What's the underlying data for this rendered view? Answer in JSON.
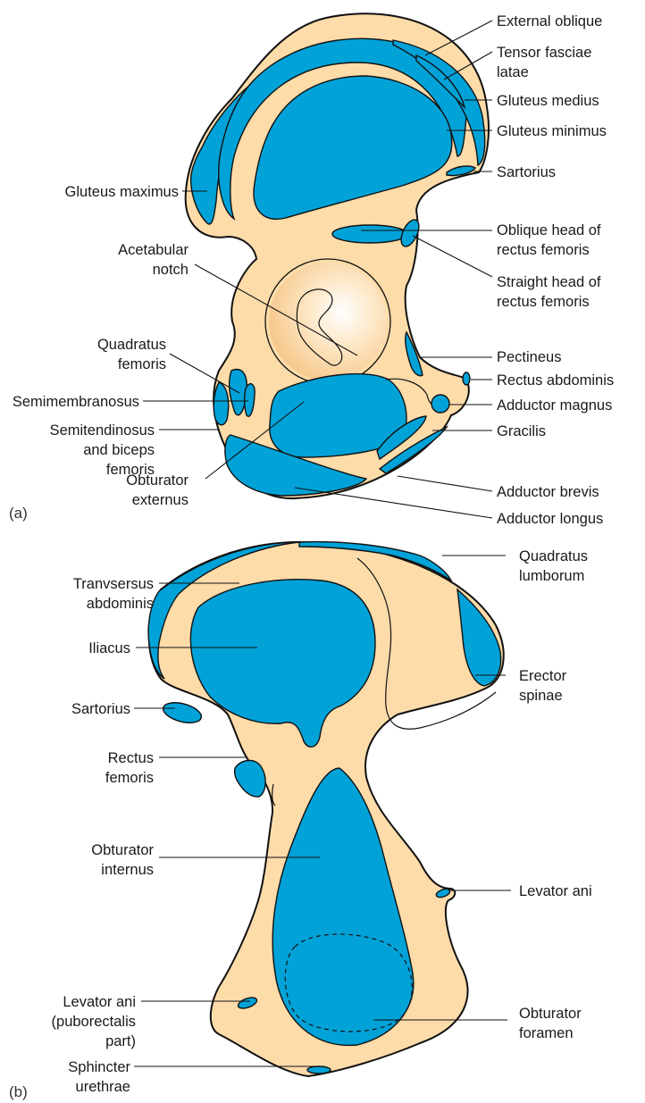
{
  "panel_a": {
    "label": "(a)",
    "labels": {
      "external_oblique": [
        "External oblique"
      ],
      "tensor_fasciae_latae": [
        "Tensor fasciae",
        "latae"
      ],
      "gluteus_medius": [
        "Gluteus medius"
      ],
      "gluteus_minimus": [
        "Gluteus minimus"
      ],
      "sartorius": [
        "Sartorius"
      ],
      "gluteus_maximus": [
        "Gluteus maximus"
      ],
      "oblique_head": [
        "Oblique head of",
        "rectus femoris"
      ],
      "straight_head": [
        "Straight head of",
        "rectus femoris"
      ],
      "acetabular_notch": [
        "Acetabular",
        "notch"
      ],
      "pectineus": [
        "Pectineus"
      ],
      "quadratus_femoris": [
        "Quadratus",
        "femoris"
      ],
      "semimembranosus": [
        "Semimembranosus"
      ],
      "rectus_abdominis": [
        "Rectus abdominis"
      ],
      "semitendinosus": [
        "Semitendinosus",
        "and biceps",
        "femoris"
      ],
      "adductor_magnus": [
        "Adductor magnus"
      ],
      "gracilis": [
        "Gracilis"
      ],
      "obturator_externus": [
        "Obturator",
        "externus"
      ],
      "adductor_brevis": [
        "Adductor brevis"
      ],
      "adductor_longus": [
        "Adductor longus"
      ]
    }
  },
  "panel_b": {
    "label": "(b)",
    "labels": {
      "quadratus_lumborum": [
        "Quadratus",
        "lumborum"
      ],
      "transversus_abdominis": [
        "Tranvsersus",
        "abdominis"
      ],
      "iliacus": [
        "Iliacus"
      ],
      "erector_spinae": [
        "Erector",
        "spinae"
      ],
      "sartorius": [
        "Sartorius"
      ],
      "rectus_femoris": [
        "Rectus",
        "femoris"
      ],
      "obturator_internus": [
        "Obturator",
        "internus"
      ],
      "levator_ani": [
        "Levator ani"
      ],
      "levator_ani_puborectalis": [
        "Levator ani",
        "(puborectalis",
        "part)"
      ],
      "obturator_foramen": [
        "Obturator",
        "foramen"
      ],
      "sphincter_urethrae": [
        "Sphincter",
        "urethrae"
      ]
    }
  },
  "colors": {
    "bone": "#fddcaa",
    "muscle": "#00a2d8"
  }
}
